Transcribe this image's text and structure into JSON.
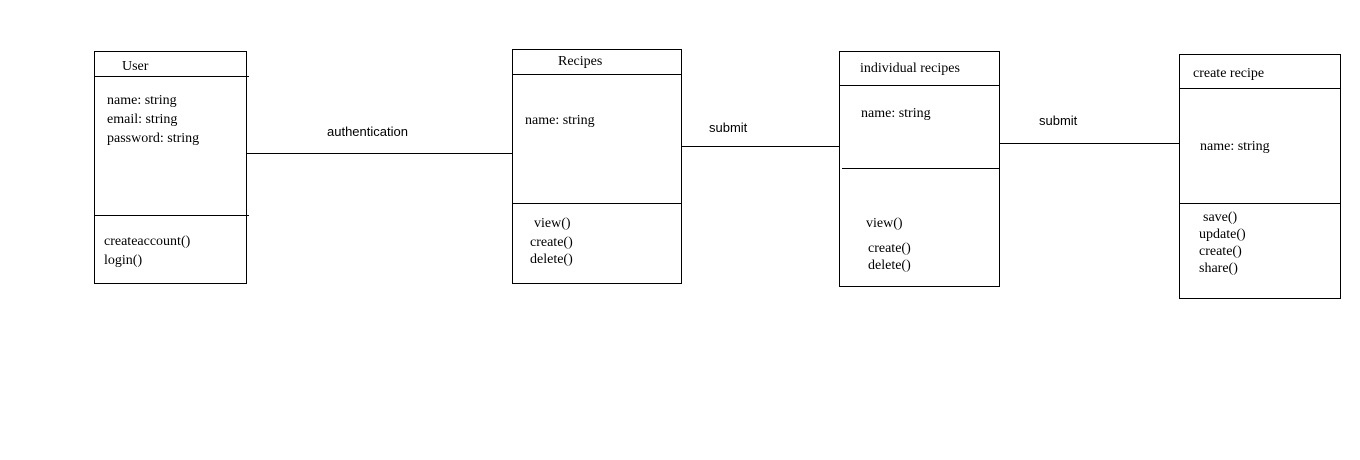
{
  "classes": {
    "user": {
      "title": "User",
      "attributes": [
        "name: string",
        "email: string",
        "password: string"
      ],
      "methods": [
        "createaccount()",
        "login()"
      ]
    },
    "recipes": {
      "title": "Recipes",
      "attributes": [
        "name: string"
      ],
      "methods": [
        "view()",
        "create()",
        "delete()"
      ]
    },
    "individual_recipes": {
      "title": "individual recipes",
      "attributes": [
        "name: string"
      ],
      "methods": [
        "view()",
        "create()",
        "delete()"
      ]
    },
    "create_recipe": {
      "title": "create recipe",
      "attributes": [
        "name: string"
      ],
      "methods": [
        "save()",
        "update()",
        "create()",
        "share()"
      ]
    }
  },
  "associations": {
    "user_recipes": "authentication",
    "recipes_individual": "submit",
    "individual_create": "submit"
  }
}
